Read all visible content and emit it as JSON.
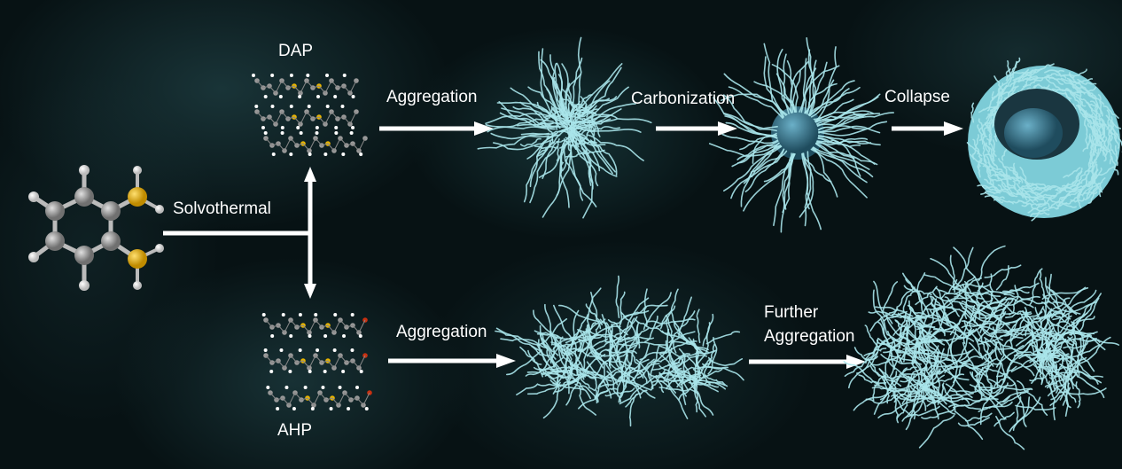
{
  "labels": {
    "dap": "DAP",
    "ahp": "AHP",
    "solvothermal": "Solvothermal",
    "aggregation_top": "Aggregation",
    "carbonization": "Carbonization",
    "collapse": "Collapse",
    "aggregation_bottom": "Aggregation",
    "further_1": "Further",
    "further_2": "Aggregation"
  },
  "colors": {
    "background": "#071214",
    "fiber": "#a8e4ea",
    "core": "#3c7f98",
    "carbon": "#9a9a9a",
    "nitrogen": "#e8b400",
    "oxygen": "#c83010",
    "hydrogen": "#ffffff"
  }
}
